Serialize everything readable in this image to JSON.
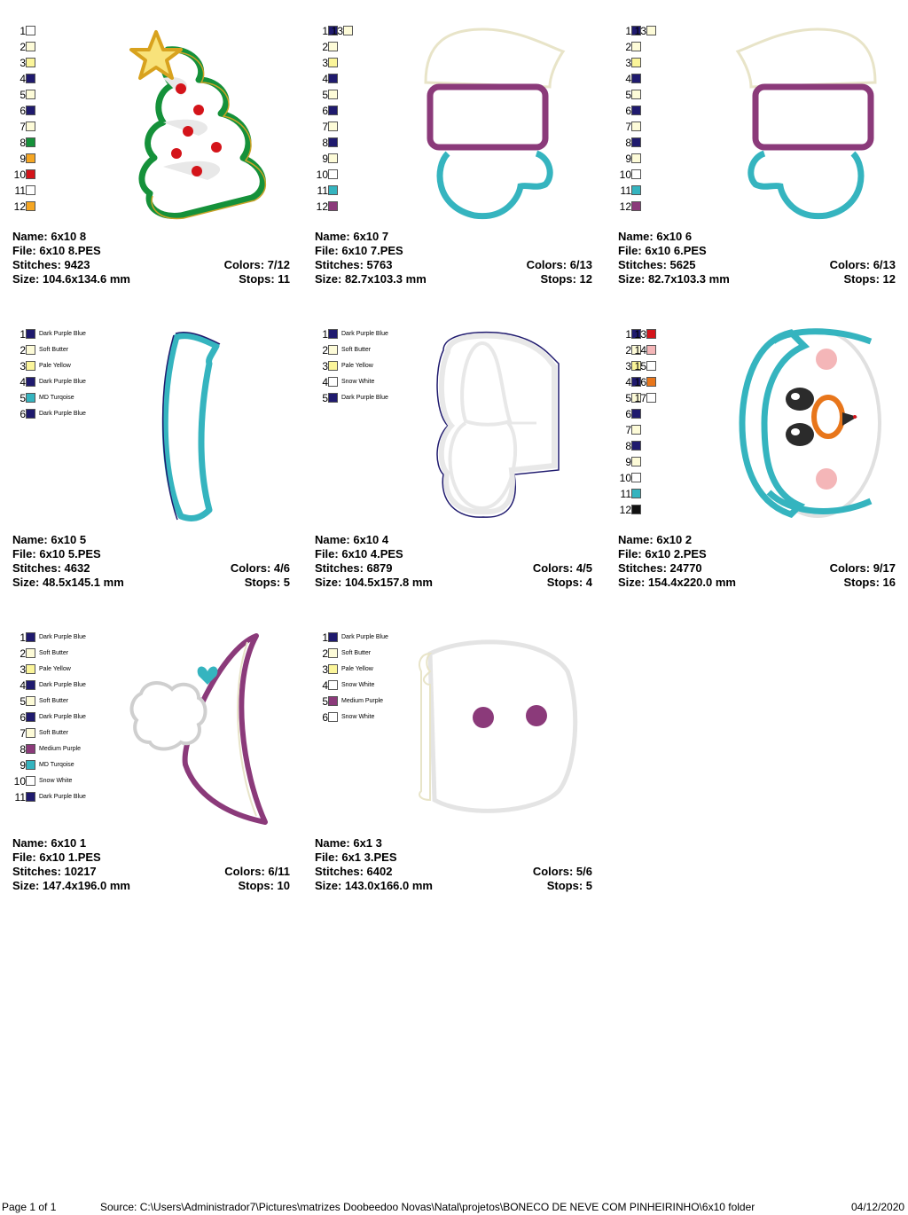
{
  "designs": [
    {
      "name": "Name: 6x10 8",
      "file": "File: 6x10 8.PES",
      "stitches": "Stitches: 9423",
      "colors": "Colors: 7/12",
      "size": "Size: 104.6x134.6 mm",
      "stops": "Stops: 11",
      "art": "tree",
      "color_list": [
        {
          "n": "1",
          "c": "#ffffff"
        },
        {
          "n": "2",
          "c": "#fdfbd8"
        },
        {
          "n": "3",
          "c": "#fbf59a"
        },
        {
          "n": "4",
          "c": "#1f1a6e"
        },
        {
          "n": "5",
          "c": "#fdfbd8"
        },
        {
          "n": "6",
          "c": "#1f1a6e"
        },
        {
          "n": "7",
          "c": "#fdfbd8"
        },
        {
          "n": "8",
          "c": "#15913a"
        },
        {
          "n": "9",
          "c": "#f5a623"
        },
        {
          "n": "10",
          "c": "#d4141a"
        },
        {
          "n": "11",
          "c": "#ffffff"
        },
        {
          "n": "12",
          "c": "#f5a623"
        }
      ],
      "color_list_2": []
    },
    {
      "name": "Name: 6x10 7",
      "file": "File: 6x10 7.PES",
      "stitches": "Stitches: 5763",
      "colors": "Colors: 6/13",
      "size": "Size: 82.7x103.3 mm",
      "stops": "Stops: 12",
      "art": "mitten-right",
      "color_list": [
        {
          "n": "1",
          "c": "#1f1a6e"
        },
        {
          "n": "2",
          "c": "#fdfbd8"
        },
        {
          "n": "3",
          "c": "#fbf59a"
        },
        {
          "n": "4",
          "c": "#1f1a6e"
        },
        {
          "n": "5",
          "c": "#fdfbd8"
        },
        {
          "n": "6",
          "c": "#1f1a6e"
        },
        {
          "n": "7",
          "c": "#fdfbd8"
        },
        {
          "n": "8",
          "c": "#1f1a6e"
        },
        {
          "n": "9",
          "c": "#fdfbd8"
        },
        {
          "n": "10",
          "c": "#ffffff"
        },
        {
          "n": "11",
          "c": "#35b4bf"
        },
        {
          "n": "12",
          "c": "#8b3a7a"
        }
      ],
      "color_list_2": [
        {
          "n": "13",
          "c": "#fdfbd8"
        }
      ]
    },
    {
      "name": "Name: 6x10 6",
      "file": "File: 6x10 6.PES",
      "stitches": "Stitches: 5625",
      "colors": "Colors: 6/13",
      "size": "Size: 82.7x103.3 mm",
      "stops": "Stops: 12",
      "art": "mitten-left",
      "color_list": [
        {
          "n": "1",
          "c": "#1f1a6e"
        },
        {
          "n": "2",
          "c": "#fdfbd8"
        },
        {
          "n": "3",
          "c": "#fbf59a"
        },
        {
          "n": "4",
          "c": "#1f1a6e"
        },
        {
          "n": "5",
          "c": "#fdfbd8"
        },
        {
          "n": "6",
          "c": "#1f1a6e"
        },
        {
          "n": "7",
          "c": "#fdfbd8"
        },
        {
          "n": "8",
          "c": "#1f1a6e"
        },
        {
          "n": "9",
          "c": "#fdfbd8"
        },
        {
          "n": "10",
          "c": "#ffffff"
        },
        {
          "n": "11",
          "c": "#35b4bf"
        },
        {
          "n": "12",
          "c": "#8b3a7a"
        }
      ],
      "color_list_2": [
        {
          "n": "13",
          "c": "#fdfbd8"
        }
      ]
    },
    {
      "name": "Name: 6x10 5",
      "file": "File: 6x10 5.PES",
      "stitches": "Stitches: 4632",
      "colors": "Colors: 4/6",
      "size": "Size: 48.5x145.1 mm",
      "stops": "Stops: 5",
      "art": "scarf",
      "color_list": [
        {
          "n": "1",
          "c": "#1f1a6e",
          "name": "Dark Purple Blue"
        },
        {
          "n": "2",
          "c": "#fdfbd8",
          "name": "Soft Butter"
        },
        {
          "n": "3",
          "c": "#fbf59a",
          "name": "Pale Yellow"
        },
        {
          "n": "4",
          "c": "#1f1a6e",
          "name": "Dark Purple Blue"
        },
        {
          "n": "5",
          "c": "#35b4bf",
          "name": "MD Turqoise"
        },
        {
          "n": "6",
          "c": "#1f1a6e",
          "name": "Dark Purple Blue"
        }
      ],
      "color_list_2": []
    },
    {
      "name": "Name: 6x10 4",
      "file": "File: 6x10 4.PES",
      "stitches": "Stitches: 6879",
      "colors": "Colors: 4/5",
      "size": "Size: 104.5x157.8 mm",
      "stops": "Stops: 4",
      "art": "body",
      "color_list": [
        {
          "n": "1",
          "c": "#1f1a6e",
          "name": "Dark Purple Blue"
        },
        {
          "n": "2",
          "c": "#fdfbd8",
          "name": "Soft Butter"
        },
        {
          "n": "3",
          "c": "#fbf59a",
          "name": "Pale Yellow"
        },
        {
          "n": "4",
          "c": "#ffffff",
          "name": "Snow White"
        },
        {
          "n": "5",
          "c": "#1f1a6e",
          "name": "Dark Purple Blue"
        }
      ],
      "color_list_2": []
    },
    {
      "name": "Name: 6x10 2",
      "file": "File: 6x10 2.PES",
      "stitches": "Stitches: 24770",
      "colors": "Colors: 9/17",
      "size": "Size: 154.4x220.0 mm",
      "stops": "Stops: 16",
      "art": "face",
      "color_list": [
        {
          "n": "1",
          "c": "#1f1a6e"
        },
        {
          "n": "2",
          "c": "#fdfbd8"
        },
        {
          "n": "3",
          "c": "#fbf59a"
        },
        {
          "n": "4",
          "c": "#1f1a6e"
        },
        {
          "n": "5",
          "c": "#fdfbd8"
        },
        {
          "n": "6",
          "c": "#1f1a6e"
        },
        {
          "n": "7",
          "c": "#fdfbd8"
        },
        {
          "n": "8",
          "c": "#1f1a6e"
        },
        {
          "n": "9",
          "c": "#fdfbd8"
        },
        {
          "n": "10",
          "c": "#ffffff"
        },
        {
          "n": "11",
          "c": "#35b4bf"
        },
        {
          "n": "12",
          "c": "#111111"
        }
      ],
      "color_list_2": [
        {
          "n": "13",
          "c": "#d4141a"
        },
        {
          "n": "14",
          "c": "#f4b6b8"
        },
        {
          "n": "15",
          "c": "#ffffff"
        },
        {
          "n": "16",
          "c": "#e8761b"
        },
        {
          "n": "17",
          "c": "#ffffff"
        }
      ]
    },
    {
      "name": "Name: 6x10 1",
      "file": "File: 6x10 1.PES",
      "stitches": "Stitches: 10217",
      "colors": "Colors: 6/11",
      "size": "Size: 147.4x196.0 mm",
      "stops": "Stops: 10",
      "art": "hat",
      "color_list": [
        {
          "n": "1",
          "c": "#1f1a6e",
          "name": "Dark Purple Blue"
        },
        {
          "n": "2",
          "c": "#fdfbd8",
          "name": "Soft Butter"
        },
        {
          "n": "3",
          "c": "#fbf59a",
          "name": "Pale Yellow"
        },
        {
          "n": "4",
          "c": "#1f1a6e",
          "name": "Dark Purple Blue"
        },
        {
          "n": "5",
          "c": "#fdfbd8",
          "name": "Soft Butter"
        },
        {
          "n": "6",
          "c": "#1f1a6e",
          "name": "Dark Purple Blue"
        },
        {
          "n": "7",
          "c": "#fdfbd8",
          "name": "Soft Butter"
        },
        {
          "n": "8",
          "c": "#8b3a7a",
          "name": "Medium Purple"
        },
        {
          "n": "9",
          "c": "#35b4bf",
          "name": "MD Turqoise"
        },
        {
          "n": "10",
          "c": "#ffffff",
          "name": "Snow White"
        },
        {
          "n": "11",
          "c": "#1f1a6e",
          "name": "Dark Purple Blue"
        }
      ],
      "color_list_2": []
    },
    {
      "name": "Name: 6x1 3",
      "file": "File: 6x1 3.PES",
      "stitches": "Stitches: 6402",
      "colors": "Colors: 5/6",
      "size": "Size: 143.0x166.0 mm",
      "stops": "Stops: 5",
      "art": "head",
      "color_list": [
        {
          "n": "1",
          "c": "#1f1a6e",
          "name": "Dark Purple Blue"
        },
        {
          "n": "2",
          "c": "#fdfbd8",
          "name": "Soft Butter"
        },
        {
          "n": "3",
          "c": "#fbf59a",
          "name": "Pale Yellow"
        },
        {
          "n": "4",
          "c": "#ffffff",
          "name": "Snow White"
        },
        {
          "n": "5",
          "c": "#8b3a7a",
          "name": "Medium Purple"
        },
        {
          "n": "6",
          "c": "#ffffff",
          "name": "Snow White"
        }
      ],
      "color_list_2": []
    }
  ],
  "footer": {
    "page": "Page 1 of 1",
    "source": "Source: C:\\Users\\Administrador7\\Pictures\\matrizes Doobeedoo Novas\\Natal\\projetos\\BONECO DE NEVE COM PINHEIRINHO\\6x10 folder",
    "date": "04/12/2020"
  }
}
